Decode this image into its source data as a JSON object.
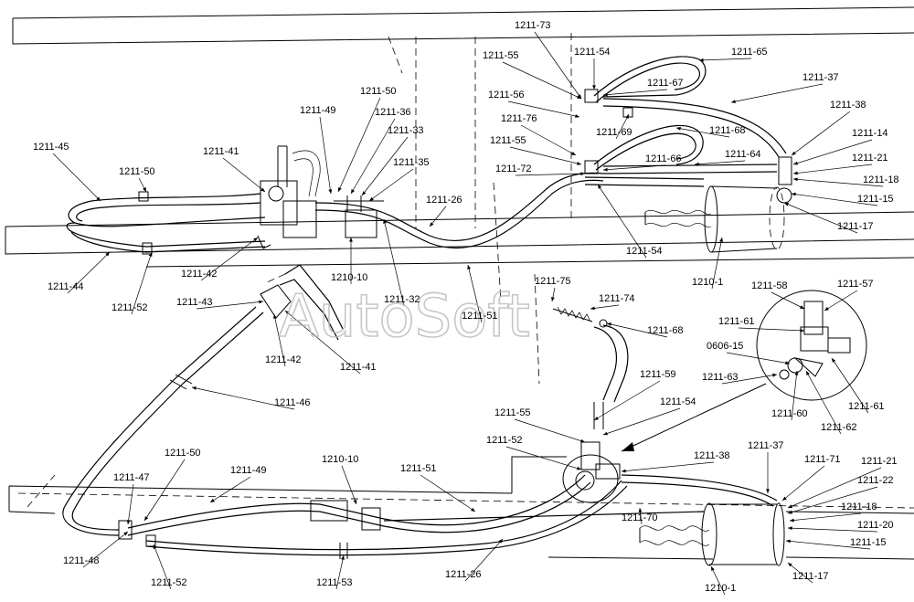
{
  "watermark": "AutoSoft",
  "part_labels": [
    {
      "id": "l1",
      "text": "1211-73"
    },
    {
      "id": "l2",
      "text": "1211-55"
    },
    {
      "id": "l3",
      "text": "1211-54"
    },
    {
      "id": "l4",
      "text": "1211-65"
    },
    {
      "id": "l5",
      "text": "1211-67"
    },
    {
      "id": "l6",
      "text": "1211-37"
    },
    {
      "id": "l7",
      "text": "1211-56"
    },
    {
      "id": "l8",
      "text": "1211-38"
    },
    {
      "id": "l9",
      "text": "1211-50"
    },
    {
      "id": "l10",
      "text": "1211-49"
    },
    {
      "id": "l11",
      "text": "1211-36"
    },
    {
      "id": "l12",
      "text": "1211-76"
    },
    {
      "id": "l13",
      "text": "1211-69"
    },
    {
      "id": "l14",
      "text": "1211-68"
    },
    {
      "id": "l15",
      "text": "1211-14"
    },
    {
      "id": "l16",
      "text": "1211-33"
    },
    {
      "id": "l17",
      "text": "1211-55"
    },
    {
      "id": "l18",
      "text": "1211-64"
    },
    {
      "id": "l19",
      "text": "1211-21"
    },
    {
      "id": "l20",
      "text": "1211-45"
    },
    {
      "id": "l21",
      "text": "1211-41"
    },
    {
      "id": "l22",
      "text": "1211-35"
    },
    {
      "id": "l23",
      "text": "1211-66"
    },
    {
      "id": "l24",
      "text": "1211-72"
    },
    {
      "id": "l25",
      "text": "1211-18"
    },
    {
      "id": "l26",
      "text": "1211-50"
    },
    {
      "id": "l27",
      "text": "1211-15"
    },
    {
      "id": "l28",
      "text": "1211-26"
    },
    {
      "id": "l29",
      "text": "1211-17"
    },
    {
      "id": "l30",
      "text": "1211-54"
    },
    {
      "id": "l31",
      "text": "1211-42"
    },
    {
      "id": "l32",
      "text": "1210-10"
    },
    {
      "id": "l33",
      "text": "1210-1"
    },
    {
      "id": "l34",
      "text": "1211-44"
    },
    {
      "id": "l35",
      "text": "1211-52"
    },
    {
      "id": "l36",
      "text": "1211-75"
    },
    {
      "id": "l37",
      "text": "1211-58"
    },
    {
      "id": "l38",
      "text": "1211-57"
    },
    {
      "id": "l39",
      "text": "1211-32"
    },
    {
      "id": "l40",
      "text": "1211-74"
    },
    {
      "id": "l41",
      "text": "1211-43"
    },
    {
      "id": "l42",
      "text": "1211-51"
    },
    {
      "id": "l43",
      "text": "1211-68"
    },
    {
      "id": "l44",
      "text": "1211-61"
    },
    {
      "id": "l45",
      "text": "1211-42"
    },
    {
      "id": "l46",
      "text": "0606-15"
    },
    {
      "id": "l47",
      "text": "1211-41"
    },
    {
      "id": "l48",
      "text": "1211-63"
    },
    {
      "id": "l49",
      "text": "1211-59"
    },
    {
      "id": "l50",
      "text": "1211-61"
    },
    {
      "id": "l51",
      "text": "1211-46"
    },
    {
      "id": "l52",
      "text": "1211-54"
    },
    {
      "id": "l53",
      "text": "1211-60"
    },
    {
      "id": "l54",
      "text": "1211-62"
    },
    {
      "id": "l55",
      "text": "1211-55"
    },
    {
      "id": "l56",
      "text": "1211-52"
    },
    {
      "id": "l57",
      "text": "1211-38"
    },
    {
      "id": "l58",
      "text": "1211-37"
    },
    {
      "id": "l59",
      "text": "1211-50"
    },
    {
      "id": "l60",
      "text": "1210-10"
    },
    {
      "id": "l61",
      "text": "1211-71"
    },
    {
      "id": "l62",
      "text": "1211-21"
    },
    {
      "id": "l63",
      "text": "1211-49"
    },
    {
      "id": "l64",
      "text": "1211-51"
    },
    {
      "id": "l65",
      "text": "1211-47"
    },
    {
      "id": "l66",
      "text": "1211-22"
    },
    {
      "id": "l67",
      "text": "1211-70"
    },
    {
      "id": "l68",
      "text": "1211-18"
    },
    {
      "id": "l69",
      "text": "1211-20"
    },
    {
      "id": "l70",
      "text": "1211-48"
    },
    {
      "id": "l71",
      "text": "1211-15"
    },
    {
      "id": "l72",
      "text": "1211-26"
    },
    {
      "id": "l73",
      "text": "1211-52"
    },
    {
      "id": "l74",
      "text": "1211-53"
    },
    {
      "id": "l75",
      "text": "1211-17"
    },
    {
      "id": "l76",
      "text": "1210-1"
    }
  ]
}
